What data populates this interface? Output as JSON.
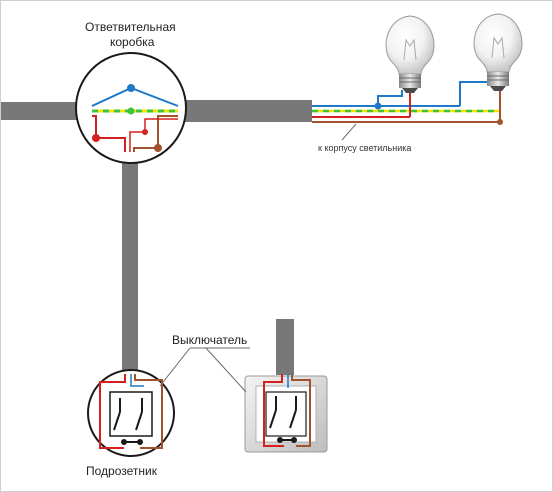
{
  "labels": {
    "junction_box_line1": "Ответвительная",
    "junction_box_line2": "коробка",
    "lamp_housing": "к корпусу светильника",
    "switch": "Выключатель",
    "socket_box": "Подрозетник"
  },
  "colors": {
    "cable": "#787878",
    "phase": "#d42020",
    "neutral": "#1e7ac8",
    "ground_yellow": "#f5e400",
    "ground_green": "#3cc43c",
    "lamp_wire": "#a0522d",
    "leader": "#6a6a6a"
  },
  "icons": [
    "light-bulb-icon",
    "light-bulb-icon",
    "double-switch-icon",
    "double-switch-icon"
  ]
}
